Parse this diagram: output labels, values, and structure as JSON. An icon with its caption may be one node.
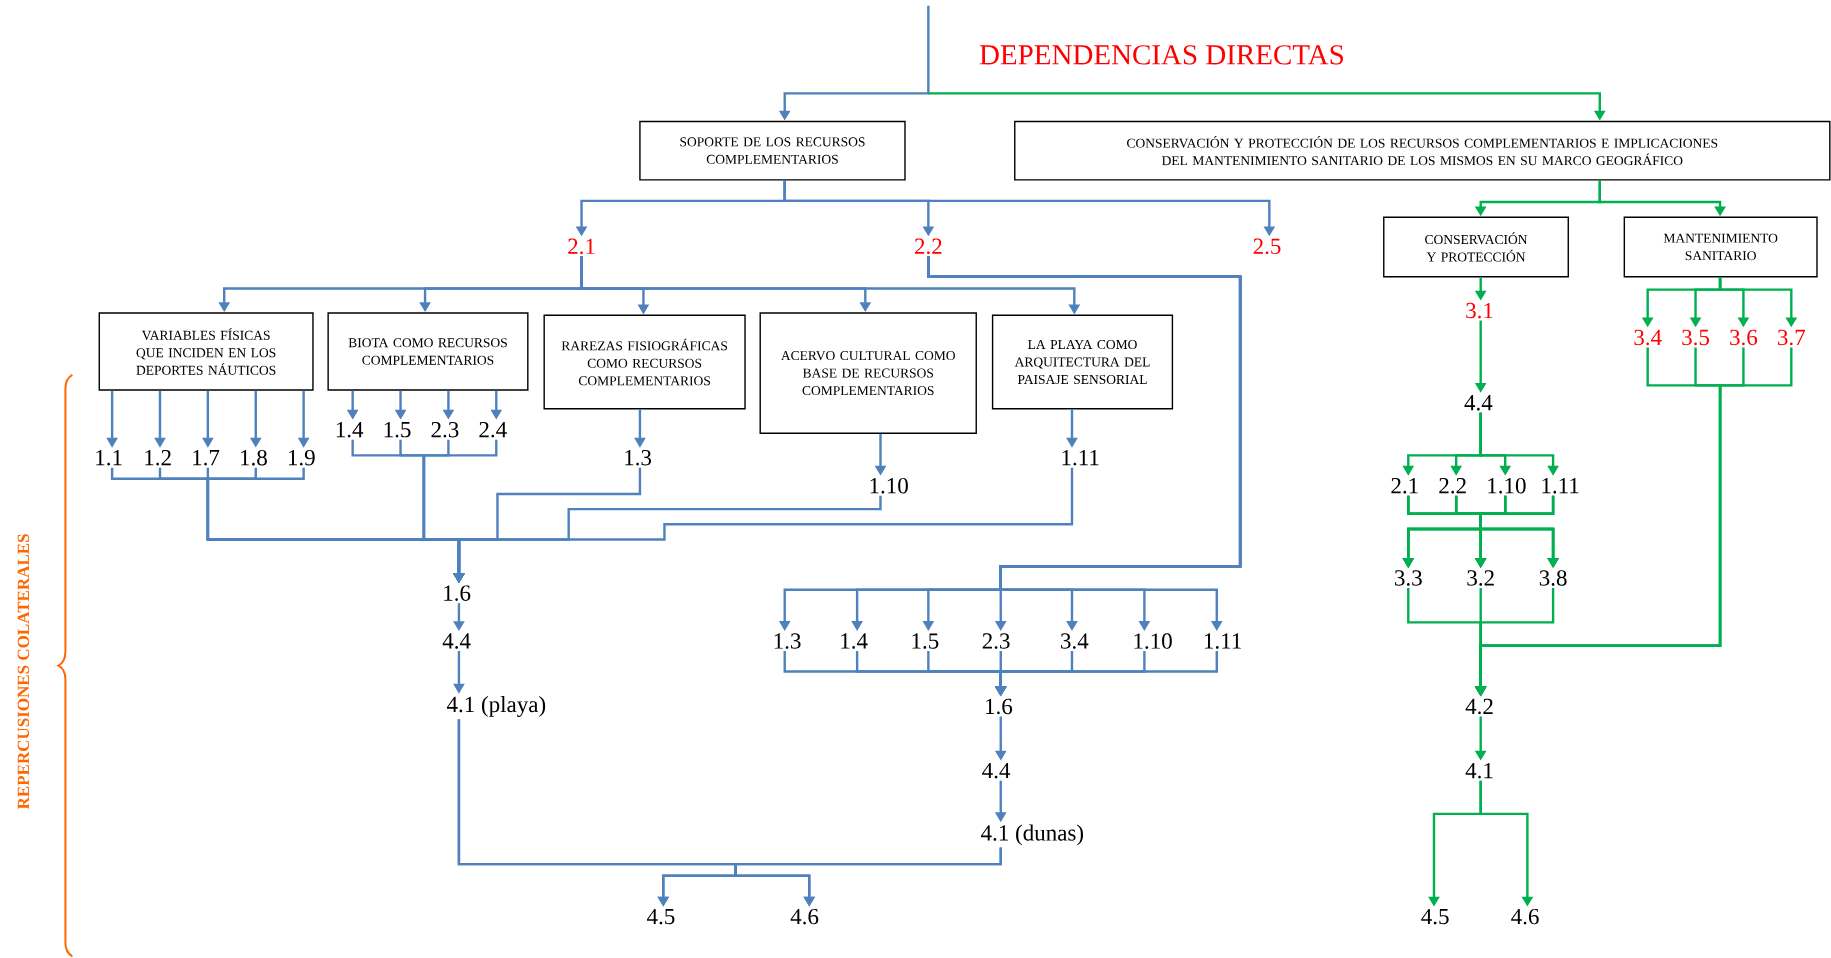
{
  "diagram": {
    "title": "DEPENDENCIAS DIRECTAS",
    "nodes": [
      {
        "text": [
          "SOPORTE DE LOS RECURSOS COMPLEMENTARIOS"
        ]
      },
      {
        "text": [
          "CONSERVACIÓN Y PROTECCIÓN DE LOS RECURSOS COMPLEMENTARIOS E IMPLICACIONES DEL MANTENIMIENTO SANITARIO DE LOS MISMOS EN SU MARCO GEOGRÁFICO"
        ]
      },
      {
        "text": [
          "2.1"
        ]
      },
      {
        "text": [
          "2.2"
        ]
      },
      {
        "text": [
          "2.5"
        ]
      },
      {
        "text": [
          "VARIABLES FÍSICAS QUE INCIDEN EN LOS DEPORTES NÁUTICOS"
        ]
      },
      {
        "text": [
          "BIOTA COMO RECURSOS COMPLEMENTARIOS"
        ]
      },
      {
        "text": [
          "RAREZAS FISIOGRÁFICAS COMO RECURSOS COMPLEMENTARIOS"
        ]
      },
      {
        "text": [
          "ACERVO CULTURAL COMO BASE DE RECURSOS COMPLEMENTARIOS"
        ]
      },
      {
        "text": [
          "LA PLAYA COMO ARQUITECTURA DEL PAISAJE SENSORIAL"
        ]
      },
      {
        "text": [
          "1.1"
        ]
      },
      {
        "text": [
          "1.2"
        ]
      },
      {
        "text": [
          "1.7"
        ]
      },
      {
        "text": [
          "1.8"
        ]
      },
      {
        "text": [
          "1.9"
        ]
      },
      {
        "text": [
          "1.4"
        ]
      },
      {
        "text": [
          "1.5"
        ]
      },
      {
        "text": [
          "2.3"
        ]
      },
      {
        "text": [
          "2.4"
        ]
      },
      {
        "text": [
          "1.3"
        ]
      },
      {
        "text": [
          "1.10"
        ]
      },
      {
        "text": [
          "1.11"
        ]
      },
      {
        "text": [
          "1.6"
        ]
      },
      {
        "text": [
          "4.4"
        ]
      },
      {
        "text": [
          "4.1 (playa)"
        ]
      },
      {
        "text": [
          "1.3"
        ]
      },
      {
        "text": [
          "1.4"
        ]
      },
      {
        "text": [
          "1.5"
        ]
      },
      {
        "text": [
          "2.3"
        ]
      },
      {
        "text": [
          "3.4"
        ]
      },
      {
        "text": [
          "1.10"
        ]
      },
      {
        "text": [
          "1.11"
        ]
      },
      {
        "text": [
          "1.6"
        ]
      },
      {
        "text": [
          "4.4"
        ]
      },
      {
        "text": [
          "4.1 (dunas)"
        ]
      },
      {
        "text": [
          "4.5"
        ]
      },
      {
        "text": [
          "4.6"
        ]
      },
      {
        "text": [
          "CONSERVACIÓN Y PROTECCIÓN"
        ]
      },
      {
        "text": [
          "MANTENIMIENTO SANITARIO"
        ]
      },
      {
        "text": [
          "3.1"
        ]
      },
      {
        "text": [
          "3.4"
        ]
      },
      {
        "text": [
          "3.5"
        ]
      },
      {
        "text": [
          "3.6"
        ]
      },
      {
        "text": [
          "3.7"
        ]
      },
      {
        "text": [
          "4.4"
        ]
      },
      {
        "text": [
          "2.1"
        ]
      },
      {
        "text": [
          "2.2"
        ]
      },
      {
        "text": [
          "1.10"
        ]
      },
      {
        "text": [
          "1.11"
        ]
      },
      {
        "text": [
          "3.3"
        ]
      },
      {
        "text": [
          "3.2"
        ]
      },
      {
        "text": [
          "3.8"
        ]
      },
      {
        "text": [
          "4.2"
        ]
      },
      {
        "text": [
          "4.1"
        ]
      },
      {
        "text": [
          "4.5"
        ]
      },
      {
        "text": [
          "4.6"
        ]
      }
    ],
    "edges": [
      {
        "from": null,
        "to": 0,
        "arrow": "to"
      },
      {
        "from": null,
        "to": 1,
        "arrow": "to",
        "color": "#00b050"
      },
      {
        "from": 0,
        "to": 2,
        "arrow": "to"
      },
      {
        "from": 0,
        "to": 3,
        "arrow": "to"
      },
      {
        "from": 0,
        "to": 4,
        "arrow": "to"
      },
      {
        "from": 2,
        "to": 5,
        "arrow": "to"
      },
      {
        "from": 2,
        "to": 6,
        "arrow": "to"
      },
      {
        "from": 2,
        "to": 7,
        "arrow": "to"
      },
      {
        "from": 2,
        "to": 8,
        "arrow": "to"
      },
      {
        "from": 2,
        "to": 9,
        "arrow": "to"
      },
      {
        "from": 3,
        "to": 25,
        "arrow": "to"
      },
      {
        "from": 3,
        "to": 26,
        "arrow": "to"
      },
      {
        "from": 3,
        "to": 27,
        "arrow": "to"
      },
      {
        "from": 3,
        "to": 28,
        "arrow": "to"
      },
      {
        "from": 3,
        "to": 29,
        "arrow": "to"
      },
      {
        "from": 3,
        "to": 30,
        "arrow": "to"
      },
      {
        "from": 3,
        "to": 31,
        "arrow": "to"
      },
      {
        "from": 5,
        "to": 10,
        "arrow": "to"
      },
      {
        "from": 5,
        "to": 11,
        "arrow": "to"
      },
      {
        "from": 5,
        "to": 12,
        "arrow": "to"
      },
      {
        "from": 5,
        "to": 13,
        "arrow": "to"
      },
      {
        "from": 5,
        "to": 14,
        "arrow": "to"
      },
      {
        "from": 6,
        "to": 15,
        "arrow": "to"
      },
      {
        "from": 6,
        "to": 16,
        "arrow": "to"
      },
      {
        "from": 6,
        "to": 17,
        "arrow": "to"
      },
      {
        "from": 6,
        "to": 18,
        "arrow": "to"
      },
      {
        "from": 7,
        "to": 19,
        "arrow": "to"
      },
      {
        "from": 8,
        "to": 20,
        "arrow": "to"
      },
      {
        "from": 9,
        "to": 21,
        "arrow": "to"
      },
      {
        "from": 10,
        "to": 22,
        "arrow": "to"
      },
      {
        "from": 11,
        "to": 22,
        "arrow": "to"
      },
      {
        "from": 12,
        "to": 22,
        "arrow": "to"
      },
      {
        "from": 13,
        "to": 22,
        "arrow": "to"
      },
      {
        "from": 14,
        "to": 22,
        "arrow": "to"
      },
      {
        "from": 15,
        "to": 22,
        "arrow": "to"
      },
      {
        "from": 16,
        "to": 22,
        "arrow": "to"
      },
      {
        "from": 17,
        "to": 22,
        "arrow": "to"
      },
      {
        "from": 18,
        "to": 22,
        "arrow": "to"
      },
      {
        "from": 19,
        "to": 22,
        "arrow": "to"
      },
      {
        "from": 20,
        "to": 22,
        "arrow": "to"
      },
      {
        "from": 21,
        "to": 22,
        "arrow": "to"
      },
      {
        "from": 22,
        "to": 23,
        "arrow": "to"
      },
      {
        "from": 23,
        "to": 24,
        "arrow": "to"
      },
      {
        "from": 25,
        "to": 32,
        "arrow": "to"
      },
      {
        "from": 26,
        "to": 32,
        "arrow": "to"
      },
      {
        "from": 27,
        "to": 32,
        "arrow": "to"
      },
      {
        "from": 28,
        "to": 32,
        "arrow": "to"
      },
      {
        "from": 29,
        "to": 32,
        "arrow": "to"
      },
      {
        "from": 30,
        "to": 32,
        "arrow": "to"
      },
      {
        "from": 31,
        "to": 32,
        "arrow": "to"
      },
      {
        "from": 32,
        "to": 33,
        "arrow": "to"
      },
      {
        "from": 33,
        "to": 34,
        "arrow": "to"
      },
      {
        "from": 24,
        "to": 35,
        "arrow": "to"
      },
      {
        "from": 24,
        "to": 36,
        "arrow": "to"
      },
      {
        "from": 34,
        "to": 35,
        "arrow": "to"
      },
      {
        "from": 34,
        "to": 36,
        "arrow": "to"
      },
      {
        "from": 1,
        "to": 37,
        "arrow": "to",
        "color": "#00b050"
      },
      {
        "from": 1,
        "to": 38,
        "arrow": "to",
        "color": "#00b050"
      },
      {
        "from": 37,
        "to": 39,
        "arrow": "to",
        "color": "#00b050"
      },
      {
        "from": 38,
        "to": 40,
        "arrow": "to",
        "color": "#00b050"
      },
      {
        "from": 38,
        "to": 41,
        "arrow": "to",
        "color": "#00b050"
      },
      {
        "from": 38,
        "to": 42,
        "arrow": "to",
        "color": "#00b050"
      },
      {
        "from": 38,
        "to": 43,
        "arrow": "to",
        "color": "#00b050"
      },
      {
        "from": 39,
        "to": 44,
        "arrow": "to",
        "color": "#00b050"
      },
      {
        "from": 44,
        "to": 45,
        "arrow": "to",
        "color": "#00b050"
      },
      {
        "from": 44,
        "to": 46,
        "arrow": "to",
        "color": "#00b050"
      },
      {
        "from": 44,
        "to": 47,
        "arrow": "to",
        "color": "#00b050"
      },
      {
        "from": 44,
        "to": 48,
        "arrow": "to",
        "color": "#00b050"
      },
      {
        "from": 45,
        "to": 49,
        "arrow": "to",
        "color": "#00b050"
      },
      {
        "from": 45,
        "to": 50,
        "arrow": "to",
        "color": "#00b050"
      },
      {
        "from": 45,
        "to": 51,
        "arrow": "to",
        "color": "#00b050"
      },
      {
        "from": 46,
        "to": 49,
        "arrow": "to",
        "color": "#00b050"
      },
      {
        "from": 46,
        "to": 50,
        "arrow": "to",
        "color": "#00b050"
      },
      {
        "from": 46,
        "to": 51,
        "arrow": "to",
        "color": "#00b050"
      },
      {
        "from": 47,
        "to": 49,
        "arrow": "to",
        "color": "#00b050"
      },
      {
        "from": 47,
        "to": 50,
        "arrow": "to",
        "color": "#00b050"
      },
      {
        "from": 47,
        "to": 51,
        "arrow": "to",
        "color": "#00b050"
      },
      {
        "from": 48,
        "to": 49,
        "arrow": "to",
        "color": "#00b050"
      },
      {
        "from": 48,
        "to": 50,
        "arrow": "to",
        "color": "#00b050"
      },
      {
        "from": 48,
        "to": 51,
        "arrow": "to",
        "color": "#00b050"
      },
      {
        "from": 49,
        "to": 52,
        "arrow": "to",
        "color": "#00b050"
      },
      {
        "from": 50,
        "to": 52,
        "arrow": "to",
        "color": "#00b050"
      },
      {
        "from": 51,
        "to": 52,
        "arrow": "to",
        "color": "#00b050"
      },
      {
        "from": 40,
        "to": 52,
        "arrow": "to",
        "color": "#00b050"
      },
      {
        "from": 41,
        "to": 52,
        "arrow": "to",
        "color": "#00b050"
      },
      {
        "from": 42,
        "to": 52,
        "arrow": "to",
        "color": "#00b050"
      },
      {
        "from": 43,
        "to": 52,
        "arrow": "to",
        "color": "#00b050"
      },
      {
        "from": 52,
        "to": 53,
        "arrow": "to",
        "color": "#00b050"
      },
      {
        "from": 53,
        "to": 54,
        "arrow": "to",
        "color": "#00b050"
      },
      {
        "from": 53,
        "to": 55,
        "arrow": "to",
        "color": "#00b050"
      }
    ],
    "labels": [
      "REPERCUSIONES COLATERALES"
    ]
  }
}
